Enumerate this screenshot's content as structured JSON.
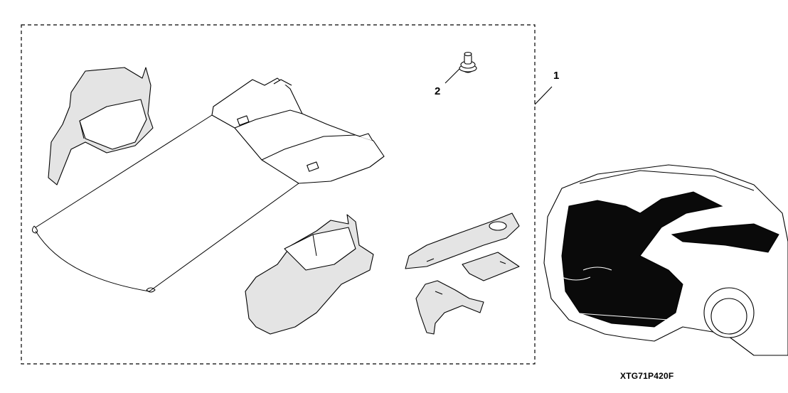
{
  "callouts": [
    {
      "number": "1"
    },
    {
      "number": "2"
    }
  ],
  "diagram_code": "XTG71P420F"
}
